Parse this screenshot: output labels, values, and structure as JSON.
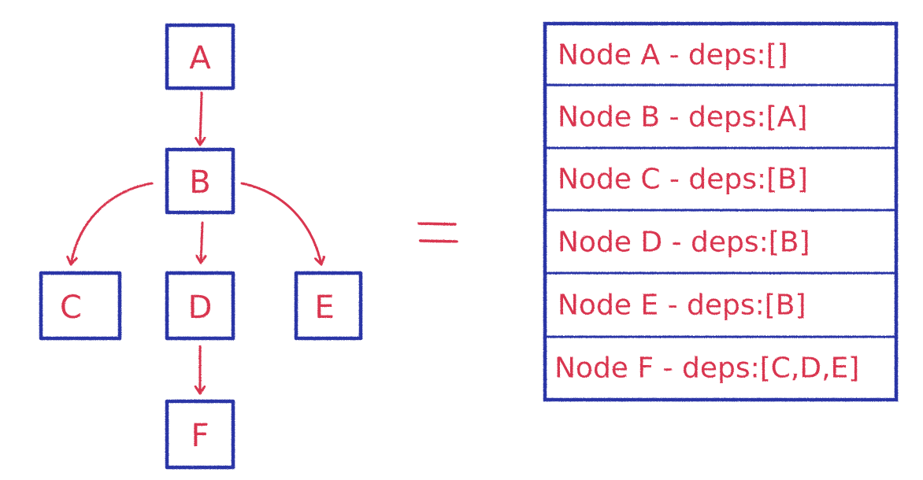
{
  "colors": {
    "box_stroke": "#2b34a6",
    "ink_red": "#d9364f",
    "background": "#ffffff"
  },
  "graph": {
    "nodes": [
      {
        "id": "A",
        "label": "A"
      },
      {
        "id": "B",
        "label": "B"
      },
      {
        "id": "C",
        "label": "C"
      },
      {
        "id": "D",
        "label": "D"
      },
      {
        "id": "E",
        "label": "E"
      },
      {
        "id": "F",
        "label": "F"
      }
    ],
    "edges": [
      {
        "from": "A",
        "to": "B"
      },
      {
        "from": "B",
        "to": "C"
      },
      {
        "from": "B",
        "to": "D"
      },
      {
        "from": "B",
        "to": "E"
      },
      {
        "from": "D",
        "to": "F"
      }
    ]
  },
  "equals_sign": "=",
  "dependency_table": {
    "rows": [
      "Node A - deps:[]",
      "Node B - deps:[A]",
      "Node C - deps:[B]",
      "Node D - deps:[B]",
      "Node E - deps:[B]",
      "Node F - deps:[C,D,E]"
    ]
  }
}
